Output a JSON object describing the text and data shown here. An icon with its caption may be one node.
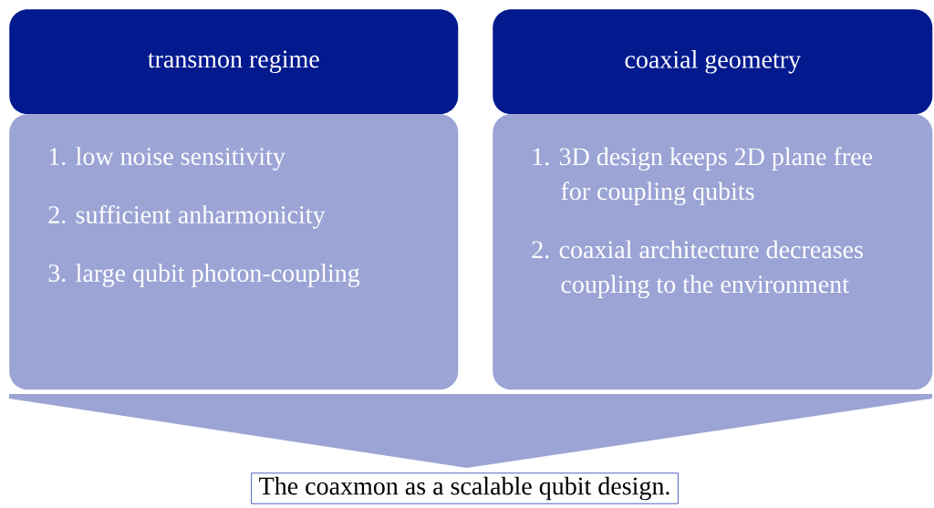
{
  "diagram": {
    "nodes": [
      {
        "text": [
          "transmon regime"
        ]
      },
      {
        "text": [
          "1. low noise sensitivity",
          "2. sufficient anharmonicity",
          "3. large qubit photon-coupling"
        ]
      },
      {
        "text": [
          "coaxial geometry"
        ]
      },
      {
        "text": [
          "1. 3D design keeps 2D plane free for coupling qubits",
          "2. coaxial architecture decreases coupling to the environment"
        ]
      },
      {
        "text": [],
        "shape": "triangle"
      },
      {
        "text": [
          "The coaxmon as a scalable qubit design."
        ]
      }
    ]
  }
}
